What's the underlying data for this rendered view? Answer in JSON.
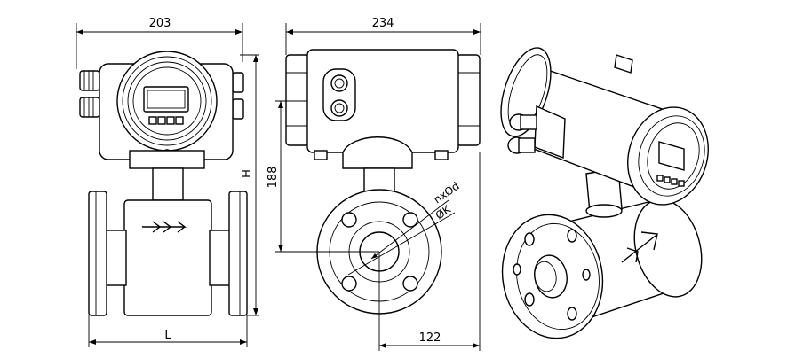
{
  "dimensions": {
    "front_width": "203",
    "side_width": "234",
    "height_symbol": "H",
    "height_value": "188",
    "length_symbol": "L",
    "side_offset": "122",
    "bolt_holes": "nxØd",
    "bolt_circle": "ØK"
  }
}
